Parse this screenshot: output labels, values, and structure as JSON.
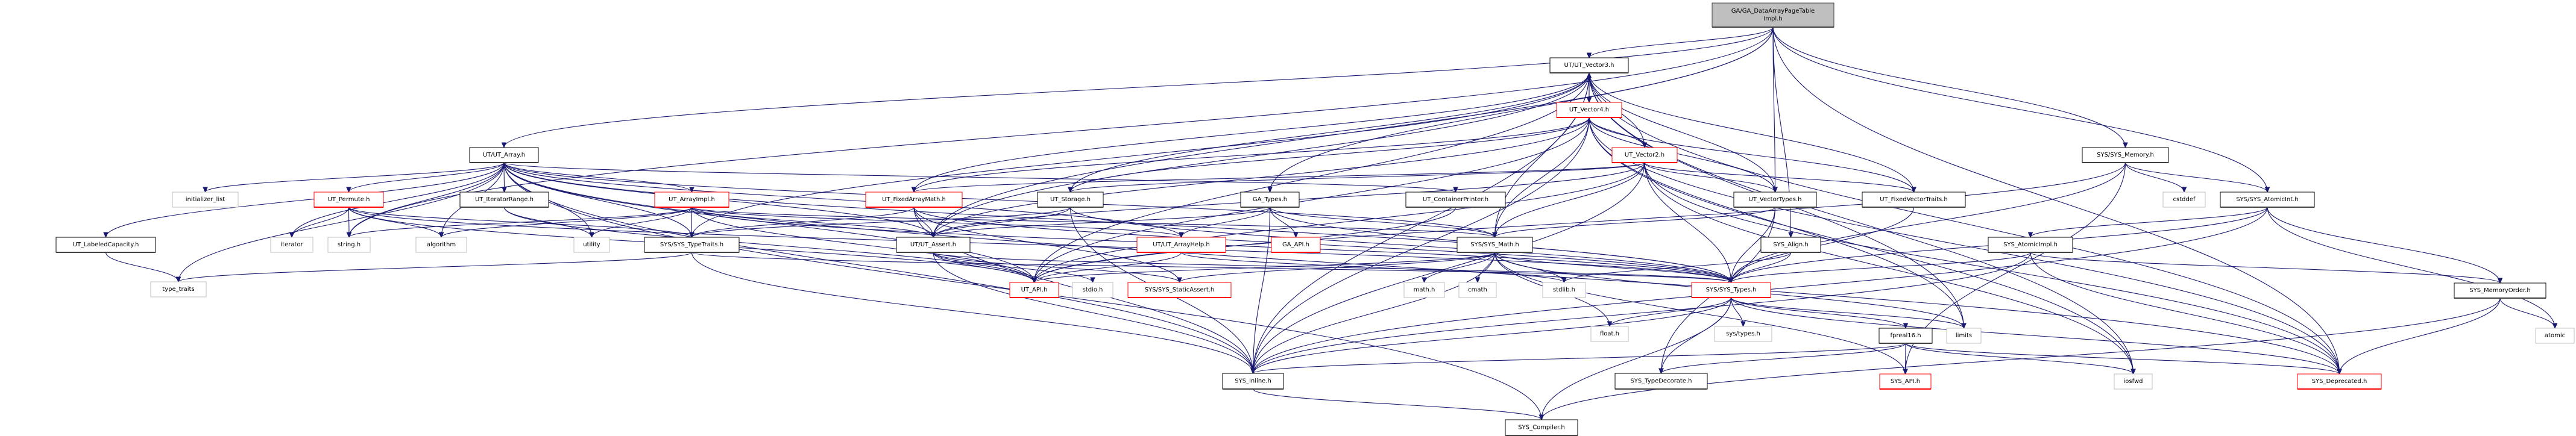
{
  "diagram": {
    "title": "GA/GA_DataArrayPageTableImpl.h",
    "type": "include-dependency-graph",
    "colors": {
      "edge": "#191970",
      "root_fill": "#bfbfbf",
      "root_border": "#404040",
      "documented_border": "#000000",
      "undocumented_border": "#ff0000",
      "external_border": "#bfbfbf",
      "node_fill": "#ffffff"
    },
    "nodes": [
      {
        "id": "root",
        "label": [
          "GA/GA_DataArrayPageTable",
          "Impl.h"
        ],
        "kind": "root"
      },
      {
        "id": "ut_vector3",
        "label": [
          "UT/UT_Vector3.h"
        ],
        "kind": "doc"
      },
      {
        "id": "ut_vector4",
        "label": [
          "UT_Vector4.h"
        ],
        "kind": "undoc"
      },
      {
        "id": "ut_vector2",
        "label": [
          "UT_Vector2.h"
        ],
        "kind": "undoc"
      },
      {
        "id": "ut_array",
        "label": [
          "UT/UT_Array.h"
        ],
        "kind": "doc"
      },
      {
        "id": "sys_memory",
        "label": [
          "SYS/SYS_Memory.h"
        ],
        "kind": "doc"
      },
      {
        "id": "initializer_list",
        "label": [
          "initializer_list"
        ],
        "kind": "ext"
      },
      {
        "id": "ut_permute",
        "label": [
          "UT_Permute.h"
        ],
        "kind": "undoc"
      },
      {
        "id": "ut_iteratorrange",
        "label": [
          "UT_IteratorRange.h"
        ],
        "kind": "doc"
      },
      {
        "id": "ut_arrayimpl",
        "label": [
          "UT_ArrayImpl.h"
        ],
        "kind": "undoc"
      },
      {
        "id": "ut_fixedarraymath",
        "label": [
          "UT_FixedArrayMath.h"
        ],
        "kind": "undoc"
      },
      {
        "id": "ut_storage",
        "label": [
          "UT_Storage.h"
        ],
        "kind": "doc"
      },
      {
        "id": "ga_types",
        "label": [
          "GA_Types.h"
        ],
        "kind": "doc"
      },
      {
        "id": "ut_containerprinter",
        "label": [
          "UT_ContainerPrinter.h"
        ],
        "kind": "doc"
      },
      {
        "id": "ut_vectortypes",
        "label": [
          "UT_VectorTypes.h"
        ],
        "kind": "doc"
      },
      {
        "id": "ut_fixedvectortraits",
        "label": [
          "UT_FixedVectorTraits.h"
        ],
        "kind": "doc"
      },
      {
        "id": "cstddef",
        "label": [
          "cstddef"
        ],
        "kind": "ext"
      },
      {
        "id": "sys_atomicint",
        "label": [
          "SYS/SYS_AtomicInt.h"
        ],
        "kind": "doc"
      },
      {
        "id": "ut_labeledcapacity",
        "label": [
          "UT_LabeledCapacity.h"
        ],
        "kind": "doc"
      },
      {
        "id": "iterator",
        "label": [
          "iterator"
        ],
        "kind": "ext"
      },
      {
        "id": "string_h",
        "label": [
          "string.h"
        ],
        "kind": "ext"
      },
      {
        "id": "algorithm",
        "label": [
          "algorithm"
        ],
        "kind": "ext"
      },
      {
        "id": "utility",
        "label": [
          "utility"
        ],
        "kind": "ext"
      },
      {
        "id": "sys_typetraits",
        "label": [
          "SYS/SYS_TypeTraits.h"
        ],
        "kind": "doc"
      },
      {
        "id": "ut_assert",
        "label": [
          "UT/UT_Assert.h"
        ],
        "kind": "doc"
      },
      {
        "id": "ut_arrayhelp",
        "label": [
          "UT/UT_ArrayHelp.h"
        ],
        "kind": "undoc"
      },
      {
        "id": "ga_api",
        "label": [
          "GA_API.h"
        ],
        "kind": "undoc"
      },
      {
        "id": "sys_math",
        "label": [
          "SYS/SYS_Math.h"
        ],
        "kind": "doc"
      },
      {
        "id": "sys_align",
        "label": [
          "SYS_Align.h"
        ],
        "kind": "doc"
      },
      {
        "id": "sys_atomicimpl",
        "label": [
          "SYS_AtomicImpl.h"
        ],
        "kind": "doc"
      },
      {
        "id": "type_traits",
        "label": [
          "type_traits"
        ],
        "kind": "ext"
      },
      {
        "id": "ut_api",
        "label": [
          "UT_API.h"
        ],
        "kind": "undoc"
      },
      {
        "id": "stdio_h",
        "label": [
          "stdio.h"
        ],
        "kind": "ext"
      },
      {
        "id": "sys_staticassert",
        "label": [
          "SYS/SYS_StaticAssert.h"
        ],
        "kind": "undoc"
      },
      {
        "id": "math_h",
        "label": [
          "math.h"
        ],
        "kind": "ext"
      },
      {
        "id": "cmath",
        "label": [
          "cmath"
        ],
        "kind": "ext"
      },
      {
        "id": "stdlib_h",
        "label": [
          "stdlib.h"
        ],
        "kind": "ext"
      },
      {
        "id": "sys_types",
        "label": [
          "SYS/SYS_Types.h"
        ],
        "kind": "undoc"
      },
      {
        "id": "sys_memoryorder",
        "label": [
          "SYS_MemoryOrder.h"
        ],
        "kind": "doc"
      },
      {
        "id": "float_h",
        "label": [
          "float.h"
        ],
        "kind": "ext"
      },
      {
        "id": "sys_types_h",
        "label": [
          "sys/types.h"
        ],
        "kind": "ext"
      },
      {
        "id": "fpreal16",
        "label": [
          "fpreal16.h"
        ],
        "kind": "doc"
      },
      {
        "id": "limits",
        "label": [
          "limits"
        ],
        "kind": "ext"
      },
      {
        "id": "atomic",
        "label": [
          "atomic"
        ],
        "kind": "ext"
      },
      {
        "id": "sys_inline",
        "label": [
          "SYS_Inline.h"
        ],
        "kind": "doc"
      },
      {
        "id": "sys_typedecorate",
        "label": [
          "SYS_TypeDecorate.h"
        ],
        "kind": "doc"
      },
      {
        "id": "sys_api",
        "label": [
          "SYS_API.h"
        ],
        "kind": "undoc"
      },
      {
        "id": "iosfwd",
        "label": [
          "iosfwd"
        ],
        "kind": "ext"
      },
      {
        "id": "sys_deprecated",
        "label": [
          "SYS_Deprecated.h"
        ],
        "kind": "undoc"
      },
      {
        "id": "sys_compiler",
        "label": [
          "SYS_Compiler.h"
        ],
        "kind": "doc"
      }
    ],
    "edges": [
      [
        "root",
        "ut_vector3"
      ],
      [
        "root",
        "ut_array"
      ],
      [
        "root",
        "sys_memory"
      ],
      [
        "root",
        "sys_atomicint"
      ],
      [
        "root",
        "ga_types"
      ],
      [
        "root",
        "ut_vectortypes"
      ],
      [
        "root",
        "ut_assert"
      ],
      [
        "root",
        "string_h"
      ],
      [
        "root",
        "sys_align"
      ],
      [
        "root",
        "sys_deprecated"
      ],
      [
        "ut_vector3",
        "ut_vector4"
      ],
      [
        "ut_vector4",
        "ut_vector3"
      ],
      [
        "ut_vector3",
        "ut_vector2"
      ],
      [
        "ut_vector3",
        "ut_fixedarraymath"
      ],
      [
        "ut_vector3",
        "ut_storage"
      ],
      [
        "ut_vector3",
        "ut_vectortypes"
      ],
      [
        "ut_vector3",
        "ut_fixedvectortraits"
      ],
      [
        "ut_vector3",
        "ut_assert"
      ],
      [
        "ut_vector3",
        "ut_api"
      ],
      [
        "ut_vector3",
        "sys_math"
      ],
      [
        "ut_vector3",
        "sys_inline"
      ],
      [
        "ut_vector3",
        "sys_typetraits"
      ],
      [
        "ut_vector3",
        "sys_deprecated"
      ],
      [
        "ut_vector3",
        "iosfwd"
      ],
      [
        "ut_vector3",
        "limits"
      ],
      [
        "ut_vector4",
        "ut_vector2"
      ],
      [
        "ut_vector4",
        "ut_fixedarraymath"
      ],
      [
        "ut_vector4",
        "ut_storage"
      ],
      [
        "ut_vector4",
        "ut_vectortypes"
      ],
      [
        "ut_vector4",
        "ut_fixedvectortraits"
      ],
      [
        "ut_vector4",
        "ut_assert"
      ],
      [
        "ut_vector4",
        "ut_api"
      ],
      [
        "ut_vector4",
        "sys_math"
      ],
      [
        "ut_vector4",
        "sys_inline"
      ],
      [
        "ut_vector4",
        "sys_deprecated"
      ],
      [
        "ut_vector4",
        "iosfwd"
      ],
      [
        "ut_vector4",
        "limits"
      ],
      [
        "ut_vector2",
        "ut_fixedarraymath"
      ],
      [
        "ut_vector2",
        "ut_storage"
      ],
      [
        "ut_vector2",
        "ut_vectortypes"
      ],
      [
        "ut_vector2",
        "ut_fixedvectortraits"
      ],
      [
        "ut_vector2",
        "ut_assert"
      ],
      [
        "ut_vector2",
        "ut_api"
      ],
      [
        "ut_vector2",
        "sys_math"
      ],
      [
        "ut_vector2",
        "sys_inline"
      ],
      [
        "ut_vector2",
        "sys_deprecated"
      ],
      [
        "ut_vector2",
        "iosfwd"
      ],
      [
        "ut_vector2",
        "sys_types"
      ],
      [
        "ut_array",
        "initializer_list"
      ],
      [
        "ut_array",
        "ut_permute"
      ],
      [
        "ut_array",
        "ut_iteratorrange"
      ],
      [
        "ut_array",
        "ut_arrayimpl"
      ],
      [
        "ut_array",
        "ut_labeledcapacity"
      ],
      [
        "ut_array",
        "iterator"
      ],
      [
        "ut_array",
        "string_h"
      ],
      [
        "ut_array",
        "algorithm"
      ],
      [
        "ut_array",
        "utility"
      ],
      [
        "ut_array",
        "sys_typetraits"
      ],
      [
        "ut_array",
        "ut_assert"
      ],
      [
        "ut_array",
        "ut_containerprinter"
      ],
      [
        "ut_array",
        "type_traits"
      ],
      [
        "ut_array",
        "ut_api"
      ],
      [
        "ut_array",
        "sys_compiler"
      ],
      [
        "ut_array",
        "sys_inline"
      ],
      [
        "ut_array",
        "sys_types"
      ],
      [
        "ut_array",
        "sys_deprecated"
      ],
      [
        "ut_array",
        "ut_arrayhelp"
      ],
      [
        "ut_array",
        "sys_math"
      ],
      [
        "ut_permute",
        "iterator"
      ],
      [
        "ut_permute",
        "string_h"
      ],
      [
        "ut_permute",
        "algorithm"
      ],
      [
        "ut_permute",
        "sys_typetraits"
      ],
      [
        "ut_permute",
        "sys_types"
      ],
      [
        "ut_permute",
        "ut_api"
      ],
      [
        "ut_iteratorrange",
        "utility"
      ],
      [
        "ut_iteratorrange",
        "ut_api"
      ],
      [
        "ut_arrayimpl",
        "string_h"
      ],
      [
        "ut_arrayimpl",
        "algorithm"
      ],
      [
        "ut_arrayimpl",
        "utility"
      ],
      [
        "ut_arrayimpl",
        "sys_typetraits"
      ],
      [
        "ut_arrayimpl",
        "ut_assert"
      ],
      [
        "ut_arrayimpl",
        "ut_arrayhelp"
      ],
      [
        "ut_arrayimpl",
        "sys_math"
      ],
      [
        "ut_arrayimpl",
        "ut_api"
      ],
      [
        "ut_arrayimpl",
        "sys_types"
      ],
      [
        "ut_fixedarraymath",
        "sys_typetraits"
      ],
      [
        "ut_fixedarraymath",
        "ut_assert"
      ],
      [
        "ut_fixedarraymath",
        "sys_inline"
      ],
      [
        "ut_fixedarraymath",
        "sys_staticassert"
      ],
      [
        "ut_fixedarraymath",
        "sys_types"
      ],
      [
        "ut_storage",
        "ut_assert"
      ],
      [
        "ut_storage",
        "sys_typetraits"
      ],
      [
        "ut_storage",
        "sys_inline"
      ],
      [
        "ut_storage",
        "sys_types"
      ],
      [
        "ga_types",
        "ut_arrayhelp"
      ],
      [
        "ga_types",
        "ga_api"
      ],
      [
        "ga_types",
        "sys_math"
      ],
      [
        "ga_types",
        "ut_assert"
      ],
      [
        "ga_types",
        "sys_inline"
      ],
      [
        "ga_types",
        "sys_types"
      ],
      [
        "ut_containerprinter",
        "ut_api"
      ],
      [
        "ut_vectortypes",
        "sys_math"
      ],
      [
        "ut_vectortypes",
        "sys_types"
      ],
      [
        "ut_vectortypes",
        "sys_typedecorate"
      ],
      [
        "ut_fixedvectortraits",
        "sys_types"
      ],
      [
        "sys_memory",
        "cstddef"
      ],
      [
        "sys_memory",
        "sys_atomicint"
      ],
      [
        "sys_memory",
        "sys_types"
      ],
      [
        "sys_memory",
        "sys_api"
      ],
      [
        "sys_memory",
        "ut_api"
      ],
      [
        "sys_atomicint",
        "sys_atomicimpl"
      ],
      [
        "sys_atomicint",
        "sys_memoryorder"
      ],
      [
        "sys_atomicint",
        "sys_types"
      ],
      [
        "sys_atomicint",
        "sys_inline"
      ],
      [
        "sys_atomicint",
        "atomic"
      ],
      [
        "ut_labeledcapacity",
        "type_traits"
      ],
      [
        "sys_typetraits",
        "type_traits"
      ],
      [
        "sys_typetraits",
        "sys_inline"
      ],
      [
        "sys_typetraits",
        "sys_types"
      ],
      [
        "ut_assert",
        "ut_api"
      ],
      [
        "ut_assert",
        "stdio_h"
      ],
      [
        "ut_assert",
        "sys_staticassert"
      ],
      [
        "ut_assert",
        "sys_inline"
      ],
      [
        "ut_assert",
        "sys_types"
      ],
      [
        "ut_arrayhelp",
        "ut_api"
      ],
      [
        "ut_arrayhelp",
        "stdlib_h"
      ],
      [
        "sys_math",
        "math_h"
      ],
      [
        "sys_math",
        "cmath"
      ],
      [
        "sys_math",
        "stdlib_h"
      ],
      [
        "sys_math",
        "float_h"
      ],
      [
        "sys_math",
        "sys_types"
      ],
      [
        "sys_math",
        "sys_staticassert"
      ],
      [
        "sys_math",
        "limits"
      ],
      [
        "sys_math",
        "sys_api"
      ],
      [
        "sys_math",
        "sys_inline"
      ],
      [
        "sys_math",
        "ut_api"
      ],
      [
        "sys_align",
        "sys_types"
      ],
      [
        "sys_align",
        "stdlib_h"
      ],
      [
        "sys_atomicimpl",
        "sys_types"
      ],
      [
        "sys_atomicimpl",
        "sys_memoryorder"
      ],
      [
        "sys_atomicimpl",
        "sys_deprecated"
      ],
      [
        "sys_atomicimpl",
        "sys_inline"
      ],
      [
        "sys_types",
        "float_h"
      ],
      [
        "sys_types",
        "sys_types_h"
      ],
      [
        "sys_types",
        "fpreal16"
      ],
      [
        "sys_types",
        "limits"
      ],
      [
        "sys_types",
        "sys_inline"
      ],
      [
        "sys_types",
        "sys_typedecorate"
      ],
      [
        "sys_types",
        "sys_compiler"
      ],
      [
        "sys_types",
        "sys_deprecated"
      ],
      [
        "sys_memoryorder",
        "atomic"
      ],
      [
        "sys_memoryorder",
        "sys_deprecated"
      ],
      [
        "sys_memoryorder",
        "sys_compiler"
      ],
      [
        "fpreal16",
        "sys_api"
      ],
      [
        "fpreal16",
        "iosfwd"
      ],
      [
        "fpreal16",
        "sys_deprecated"
      ],
      [
        "fpreal16",
        "sys_inline"
      ],
      [
        "fpreal16",
        "sys_typedecorate"
      ],
      [
        "sys_inline",
        "sys_compiler"
      ]
    ]
  }
}
